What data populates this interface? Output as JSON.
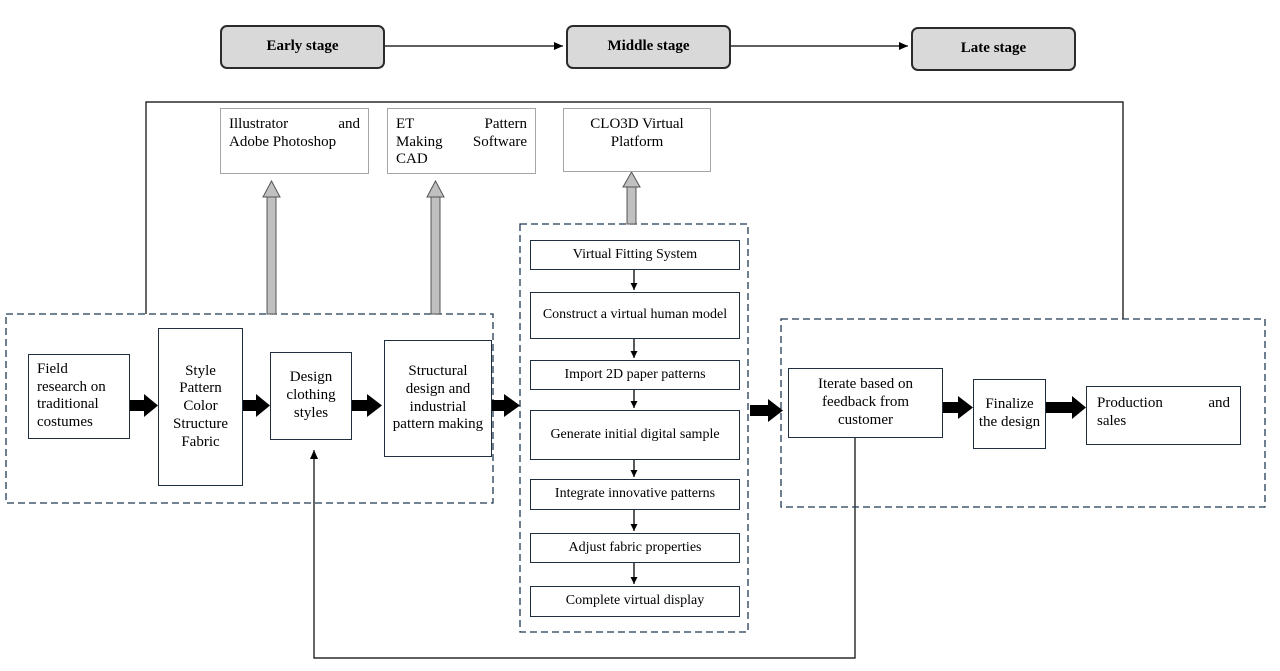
{
  "stages": {
    "early": "Early stage",
    "middle": "Middle stage",
    "late": "Late stage"
  },
  "tools": {
    "illustrator": [
      "Illustrator and",
      "Adobe Photoshop"
    ],
    "et_cad": [
      "ET Pattern",
      "Making Software",
      "CAD"
    ],
    "clo3d": [
      "CLO3D Virtual",
      "Platform"
    ]
  },
  "early_steps": {
    "field_research": "Field research on traditional costumes",
    "style_elements": "Style Pattern Color Structure Fabric",
    "design_styles": "Design clothing styles",
    "structural_design": "Structural design and industrial pattern making"
  },
  "virtual_steps": [
    "Virtual Fitting System",
    "Construct a virtual human model",
    "Import 2D paper patterns",
    "Generate initial digital sample",
    "Integrate innovative patterns",
    "Adjust fabric properties",
    "Complete virtual display"
  ],
  "late_steps": {
    "iterate": "Iterate based on feedback from customer",
    "finalize": "Finalize the design",
    "production": "Production and sales"
  },
  "colors": {
    "stage_fill": "#d9d9d9",
    "grey_arrow": "#c0c0c0",
    "dash_border": "#1f3b55",
    "line": "#000000"
  }
}
